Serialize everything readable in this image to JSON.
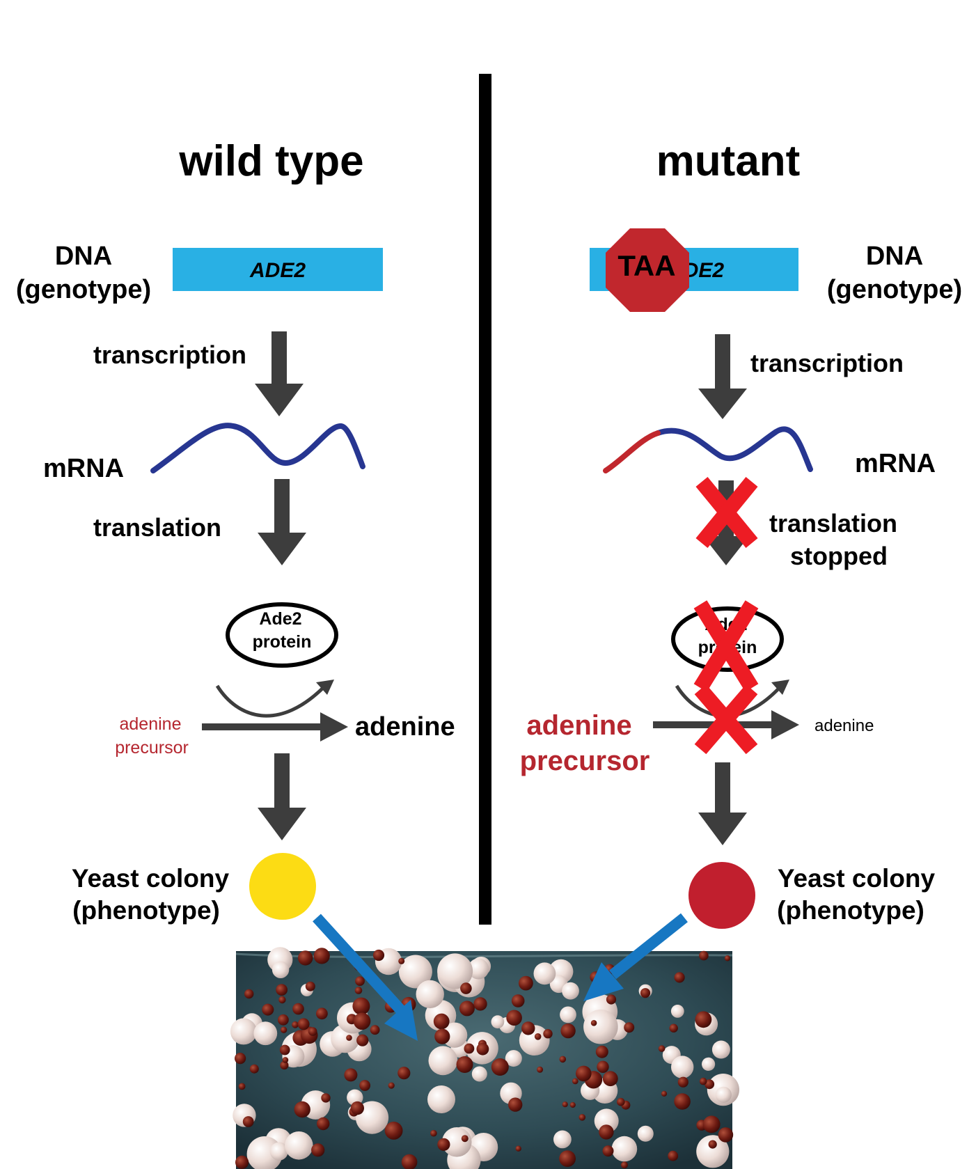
{
  "titles": {
    "wild_type": "wild type",
    "mutant": "mutant"
  },
  "labels": {
    "dna": "DNA",
    "genotype": "(genotype)",
    "transcription": "transcription",
    "mrna": "mRNA",
    "translation": "translation",
    "translation_stopped_1": "translation",
    "translation_stopped_2": "stopped",
    "protein_1": "Ade2",
    "protein_2": "protein",
    "adenine": "adenine",
    "adenine_precursor_1": "adenine",
    "adenine_precursor_2": "precursor",
    "yeast_colony": "Yeast colony",
    "phenotype": "(phenotype)"
  },
  "gene": {
    "name": "ADE2"
  },
  "stop_codon": "TAA",
  "colors": {
    "gene_bar": "#29b0e4",
    "stop_sign": "#c1272d",
    "mrna": "#273691",
    "mrna_mutant_start": "#c1272d",
    "arrow": "#3d3d3d",
    "red_x": "#ed1c24",
    "precursor_text": "#b5262f",
    "colony_wild": "#fcdc14",
    "colony_mutant": "#c11f2e",
    "pointer": "#1777c2"
  },
  "icons": [
    "red-x-icon",
    "stop-sign-icon"
  ]
}
